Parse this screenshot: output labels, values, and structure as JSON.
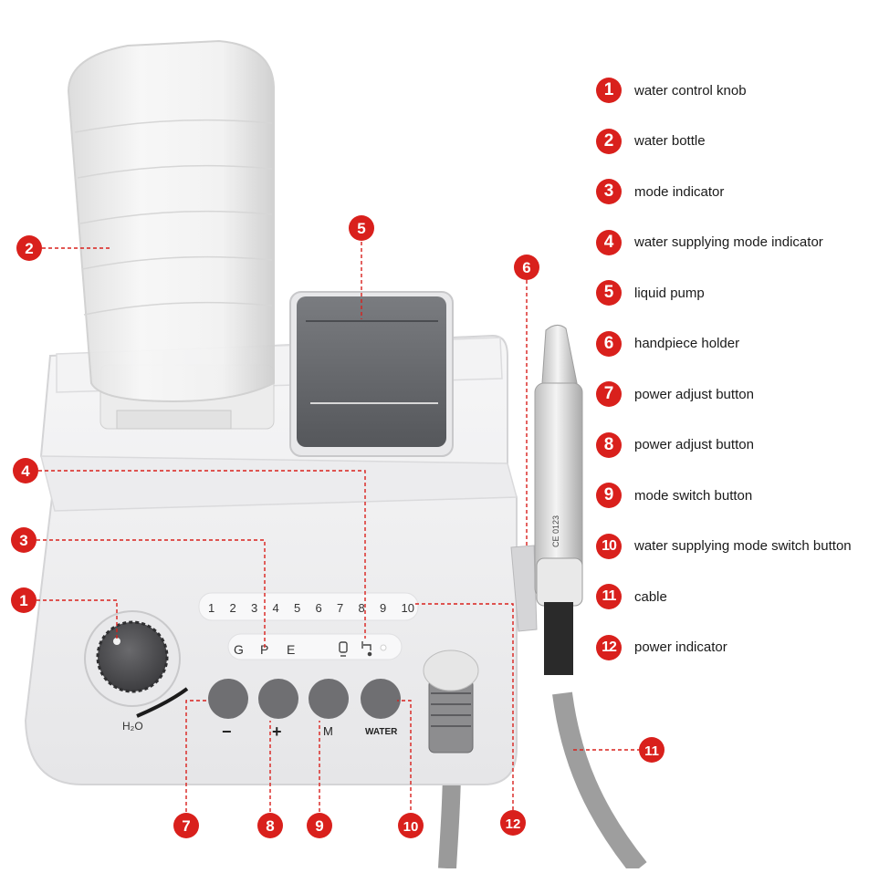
{
  "legend": [
    {
      "num": "1",
      "label": "water control knob"
    },
    {
      "num": "2",
      "label": "water bottle"
    },
    {
      "num": "3",
      "label": "mode indicator"
    },
    {
      "num": "4",
      "label": "water supplying mode indicator"
    },
    {
      "num": "5",
      "label": "liquid pump"
    },
    {
      "num": "6",
      "label": "handpiece holder"
    },
    {
      "num": "7",
      "label": "power adjust button"
    },
    {
      "num": "8",
      "label": "power adjust button"
    },
    {
      "num": "9",
      "label": "mode switch button"
    },
    {
      "num": "10",
      "label": "water supplying mode switch button"
    },
    {
      "num": "11",
      "label": "cable"
    },
    {
      "num": "12",
      "label": "power indicator"
    }
  ],
  "device": {
    "level_scale": [
      "1",
      "2",
      "3",
      "4",
      "5",
      "6",
      "7",
      "8",
      "9",
      "10"
    ],
    "mode_letters": [
      "G",
      "P",
      "E"
    ],
    "knob_label": "H₂O",
    "button_labels": [
      "−",
      "+",
      "M",
      "WATER"
    ],
    "handpiece_marks": [
      "CE 0123"
    ]
  },
  "colors": {
    "callout": "#d9201c",
    "device_body": "#f1f1f2",
    "button": "#6f6f72",
    "pump": "#67696d"
  }
}
